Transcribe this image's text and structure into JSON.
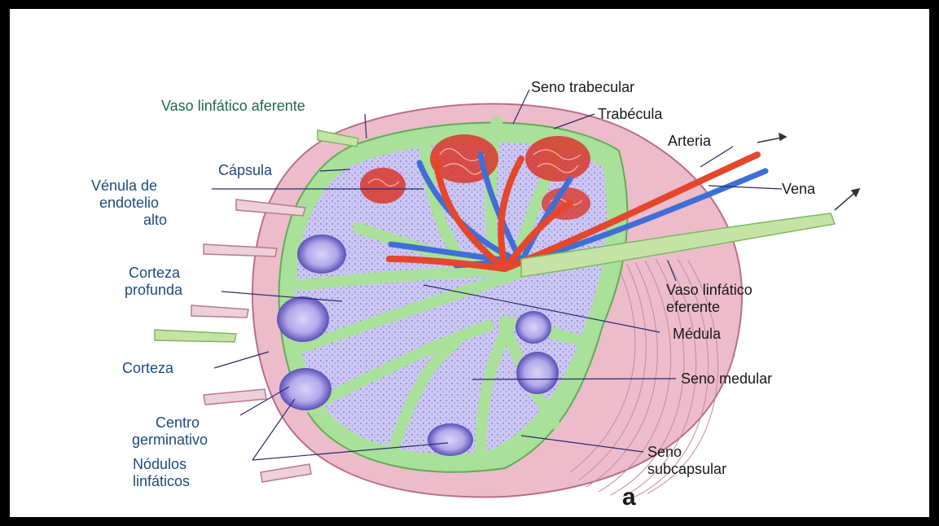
{
  "labels": {
    "vaso_aferente": "Vaso linfático aferente",
    "seno_trabecular": "Seno trabecular",
    "trabecula": "Trabécula",
    "arteria": "Arteria",
    "vena": "Vena",
    "capsula": "Cápsula",
    "venula_1": "Vénula de",
    "venula_2": "endotelio",
    "venula_3": "alto",
    "corteza_profunda_1": "Corteza",
    "corteza_profunda_2": "profunda",
    "vaso_eferente_1": "Vaso linfático",
    "vaso_eferente_2": "eferente",
    "medula": "Médula",
    "corteza": "Corteza",
    "seno_medular": "Seno medular",
    "centro_1": "Centro",
    "centro_2": "germinativo",
    "nodulos_1": "Nódulos",
    "nodulos_2": "linfáticos",
    "seno_subcapsular_1": "Seno",
    "seno_subcapsular_2": "subcapsular",
    "panel_letter": "a"
  },
  "colors": {
    "capsule": "#e9b9c6",
    "capsule_line": "#c77d92",
    "cortex_green": "#9fdc8f",
    "tissue_lavender": "#c9c3f0",
    "nodule": "#8e7fd6",
    "artery": "#e4472b",
    "vein": "#3f72d8",
    "lymph_vessel": "#c5e3a5"
  }
}
